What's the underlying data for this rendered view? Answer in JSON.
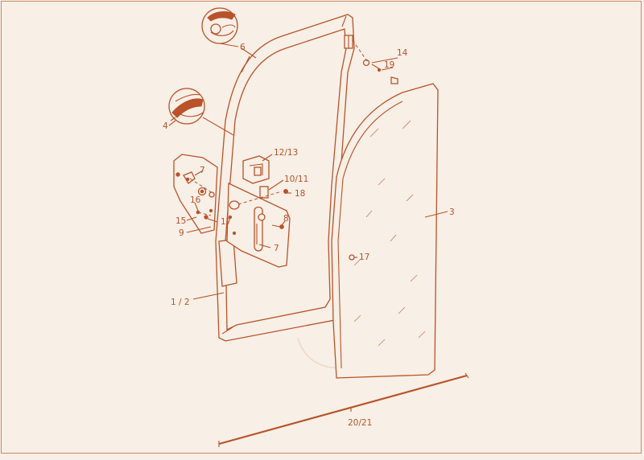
{
  "callouts": {
    "c14": "14",
    "c19": "19",
    "c6": "6",
    "c4": "4",
    "c1213": "12/13",
    "c7a": "7",
    "c1011": "10/11",
    "c18": "18",
    "c16": "16",
    "c17a": "17",
    "c15": "15",
    "c9": "9",
    "c8": "8",
    "c7b": "7",
    "c3": "3",
    "c17b": "17",
    "c12": "1 / 2",
    "c2021": "20/21"
  },
  "colors": {
    "line": "#b8532a",
    "background": "#f8efe6",
    "watermark": "#ead6c6"
  }
}
